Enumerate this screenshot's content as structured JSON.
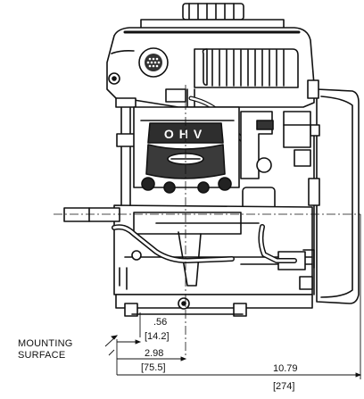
{
  "labels": {
    "mounting_line1": "MOUNTING",
    "mounting_line2": "SURFACE",
    "engine_badge": "OHV"
  },
  "dimensions": {
    "d1_in": ".56",
    "d1_mm": "[14.2]",
    "d2_in": "2.98",
    "d2_mm": "[75.5]",
    "d3_in": "10.79",
    "d3_mm": "[274]"
  },
  "colors": {
    "ink": "#111111",
    "paper": "#ffffff",
    "shade": "#3a3a3a"
  }
}
